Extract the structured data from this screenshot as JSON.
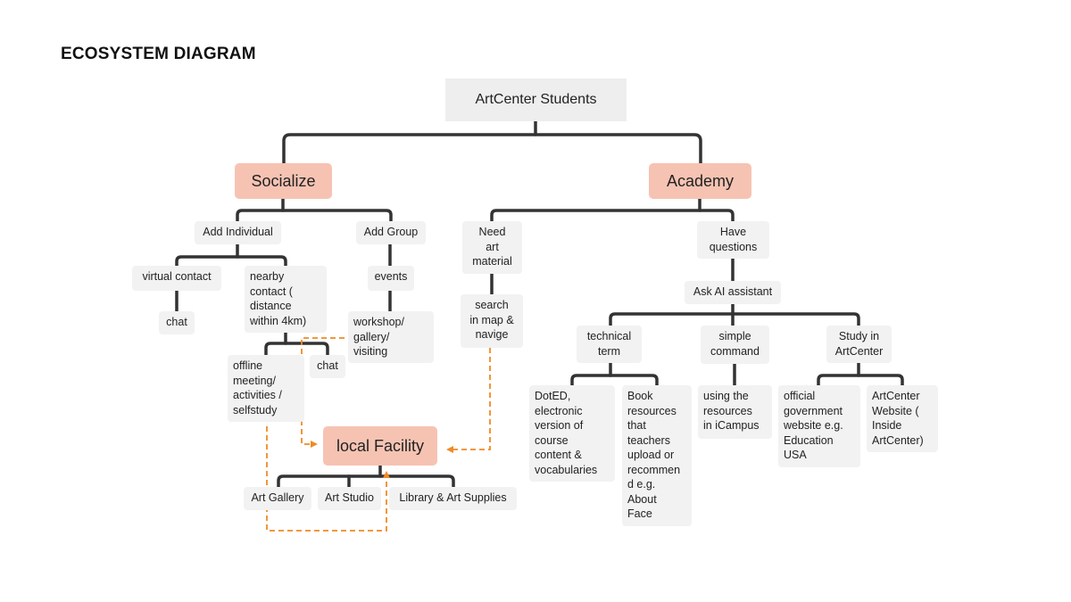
{
  "title": "ECOSYSTEM DIAGRAM",
  "nodes": {
    "root": "ArtCenter Students",
    "socialize": "Socialize",
    "academy": "Academy",
    "add_individual": "Add Individual",
    "add_group": "Add Group",
    "virtual_contact": "virtual contact",
    "chat_1": "chat",
    "nearby_contact": "nearby\ncontact (\ndistance\nwithin 4km)",
    "events": "events",
    "workshop": "workshop/\ngallery/\nvisiting",
    "offline_meeting": "offline\nmeeting/\nactivities /\nselfstudy",
    "chat_2": "chat",
    "local_facility": "local Facility",
    "art_gallery": "Art Gallery",
    "art_studio": "Art Studio",
    "library": "Library & Art Supplies",
    "need_art_material": "Need\nart\nmaterial",
    "search_map": "search\nin map &\nnavige",
    "have_questions": "Have\nquestions",
    "ask_ai": "Ask AI assistant",
    "technical_term": "technical\nterm",
    "simple_command": "simple\ncommand",
    "study_in": "Study in\nArtCenter",
    "doted": "DotED,\nelectronic\nversion of\ncourse\ncontent &\nvocabularies",
    "book_resources": "Book\nresources\nthat\nteachers\nupload or\nrecommen\nd e.g.\nAbout\nFace",
    "using_resources": "using the\nresources\nin iCampus",
    "official_gov": "official\ngovernment\nwebsite e.g.\nEducation\nUSA",
    "artcenter_website": "ArtCenter\nWebsite (\nInside\nArtCenter)"
  },
  "colors": {
    "line": "#333333",
    "dashed": "#f08a24",
    "category": "#f6c3b3",
    "node": "#f2f2f2"
  }
}
